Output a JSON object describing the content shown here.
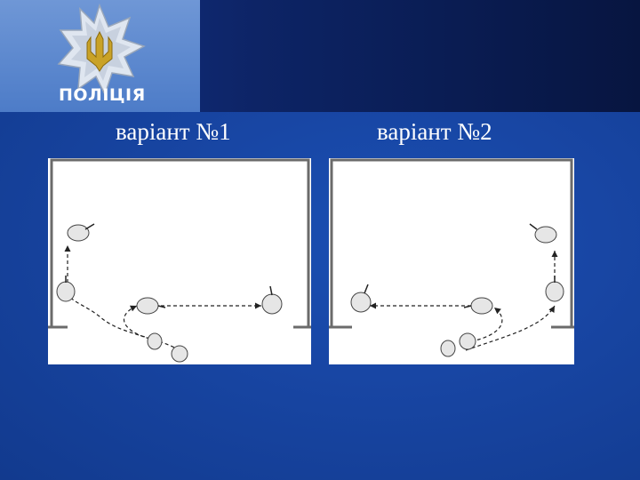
{
  "header": {
    "logo_text": "ПОЛІЦІЯ"
  },
  "captions": {
    "variant_1": "варіант №1",
    "variant_2": "варіант №2"
  },
  "colors": {
    "background": "#1846a4",
    "logo_background": "#4d7cc8",
    "diagram_wall": "#6b6b6b"
  }
}
